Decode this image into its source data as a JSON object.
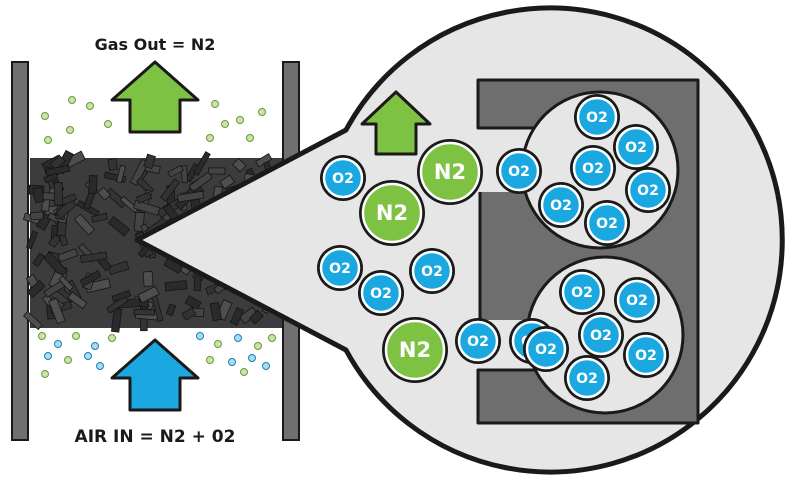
{
  "labels": {
    "gas_out": "Gas Out = N2",
    "air_in": "AIR IN = N2 + 02"
  },
  "molecules": {
    "n2": "N2",
    "o2": "O2"
  },
  "colors": {
    "nitrogen": "#7dc242",
    "oxygen": "#1ba8e0",
    "arrow_out": "#7dc242",
    "arrow_in": "#1ba8e0",
    "wall": "#707070",
    "carbon": "#3a3a3a",
    "zoom_fill": "#e6e6e6",
    "pore": "#6e6e6e"
  }
}
